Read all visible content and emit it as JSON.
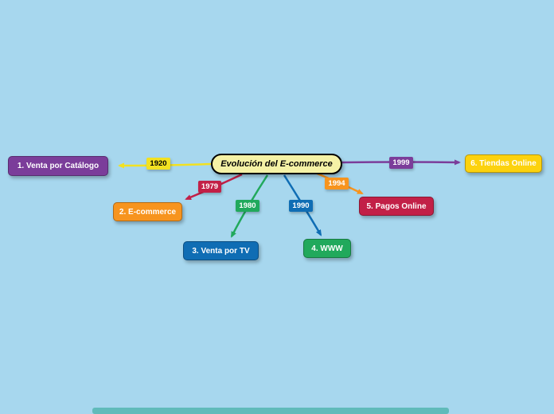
{
  "canvas": {
    "background": "#a7d7ee"
  },
  "title_node": {
    "label": "Evolución del E-commerce",
    "bg": "#f5f2a6",
    "text_color": "#000000",
    "border_color": "#000000"
  },
  "nodes": [
    {
      "label": "1. Venta por Catálogo",
      "bg": "#7b3d9a",
      "text_color": "#ffffff"
    },
    {
      "label": "2. E-commerce",
      "bg": "#f7941e",
      "text_color": "#ffffff"
    },
    {
      "label": "3. Venta por TV",
      "bg": "#0f6db4",
      "text_color": "#ffffff"
    },
    {
      "label": "4. WWW",
      "bg": "#21a95c",
      "text_color": "#ffffff"
    },
    {
      "label": "5. Pagos Online",
      "bg": "#c22047",
      "text_color": "#ffffff"
    },
    {
      "label": "6. Tiendas Online",
      "bg": "#fcd20e",
      "text_color": "#ffffff"
    }
  ],
  "edges": [
    {
      "year": "1920",
      "color": "#f2e122",
      "badge_text_color": "#000000"
    },
    {
      "year": "1979",
      "color": "#c22047",
      "badge_text_color": "#ffffff"
    },
    {
      "year": "1980",
      "color": "#21a95c",
      "badge_text_color": "#ffffff"
    },
    {
      "year": "1990",
      "color": "#0f6db4",
      "badge_text_color": "#ffffff"
    },
    {
      "year": "1994",
      "color": "#f7941e",
      "badge_text_color": "#ffffff"
    },
    {
      "year": "1999",
      "color": "#7b3d9a",
      "badge_text_color": "#ffffff"
    }
  ],
  "bottom_bar": {
    "color": "#59b8b4"
  }
}
